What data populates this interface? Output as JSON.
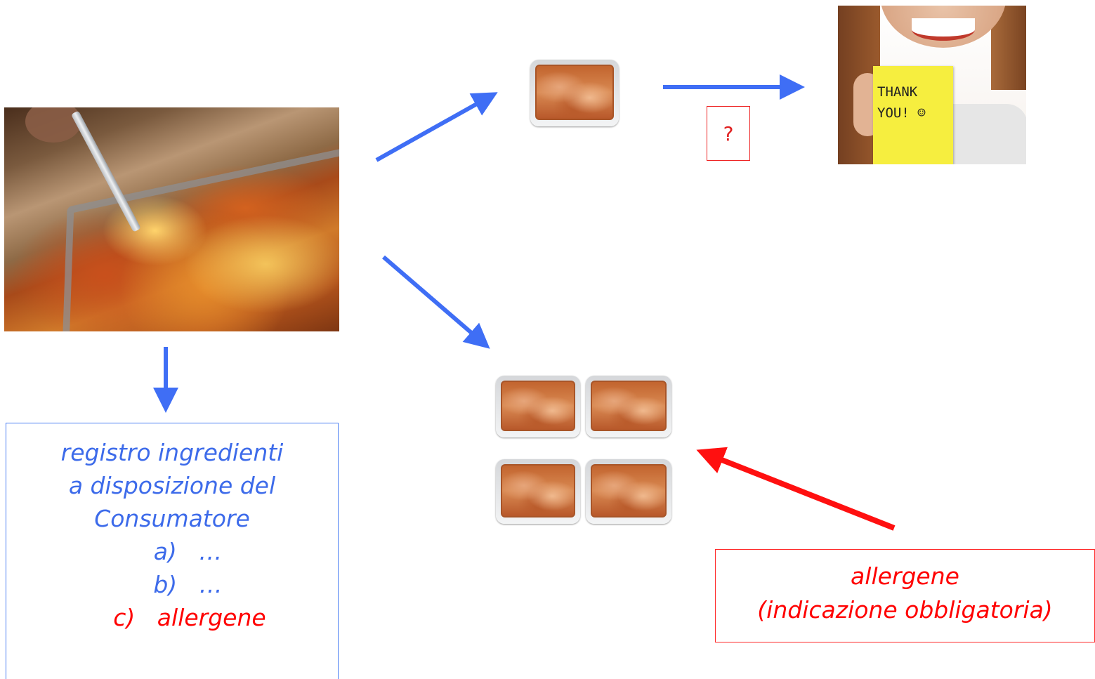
{
  "question_label": "?",
  "note_text": [
    "THANK",
    "YOU! ☺"
  ],
  "register_box": {
    "lines": [
      "registro ingredienti",
      "a disposizione del",
      "Consumatore"
    ],
    "items": [
      {
        "marker": "a)",
        "text": "…"
      },
      {
        "marker": "b)",
        "text": "…"
      },
      {
        "marker": "c)",
        "text": "allergene"
      }
    ]
  },
  "allergen_box": {
    "lines": [
      "allergene",
      "(indicazione obbligatoria)"
    ]
  },
  "colors": {
    "blue_arrow": "#3f6ef5",
    "red_arrow": "#ff1010",
    "blue_text": "#3d6bea",
    "red_text": "#ff0000"
  }
}
